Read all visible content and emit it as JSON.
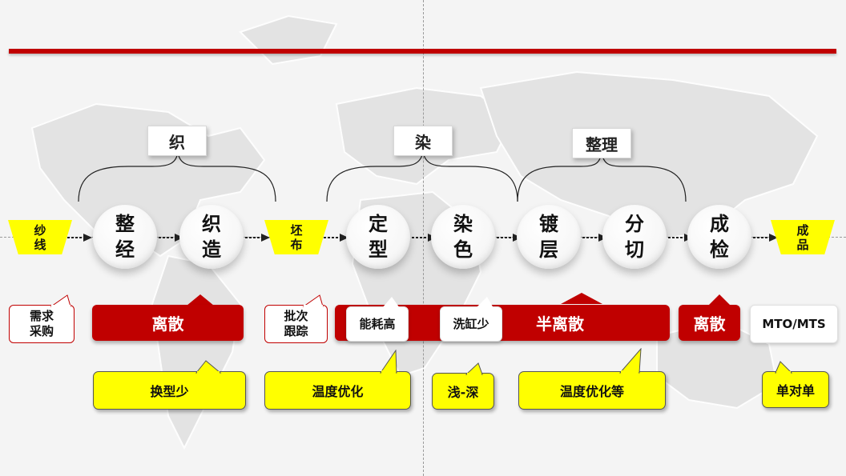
{
  "stages": {
    "weave": "织",
    "dye": "染",
    "finish": "整理"
  },
  "flow": {
    "yarn": "纱线",
    "warping": "整经",
    "weaving": "织造",
    "greige": "坯布",
    "setting": "定型",
    "dyeing": "染色",
    "coating": "镀层",
    "cutting": "分切",
    "inspection": "成检",
    "product": "成品"
  },
  "row_mid": {
    "demand": "需求\n采购",
    "discrete1": "离散",
    "batch": "批次\n跟踪",
    "energy": "能耗高",
    "wash": "洗缸少",
    "semi": "半离散",
    "discrete2": "离散",
    "mto": "MTO/MTS"
  },
  "row_bottom": {
    "changeover": "换型少",
    "temp1": "温度优化",
    "shade": "浅-深",
    "temp2": "温度优化等",
    "single": "单对单"
  },
  "colors": {
    "accent_red": "#c00000",
    "highlight_yellow": "#ffff00"
  }
}
